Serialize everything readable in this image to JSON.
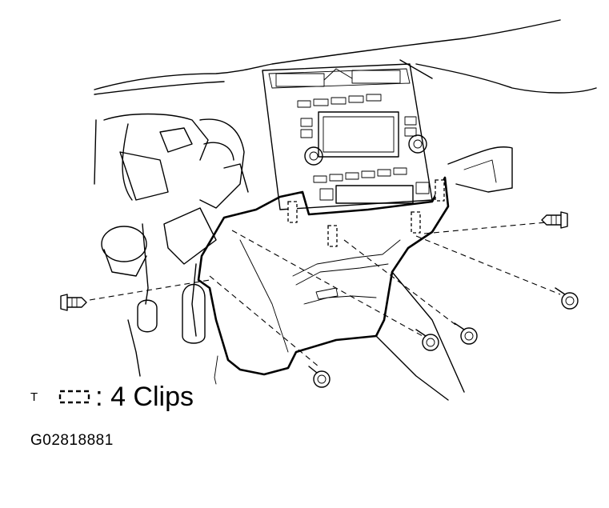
{
  "legend": {
    "prefix": "T",
    "text": ": 4 Clips"
  },
  "figure_code": "G02818881",
  "icons": [
    "clip-symbol-icon",
    "screw-icon",
    "clip-fastener-icon"
  ]
}
